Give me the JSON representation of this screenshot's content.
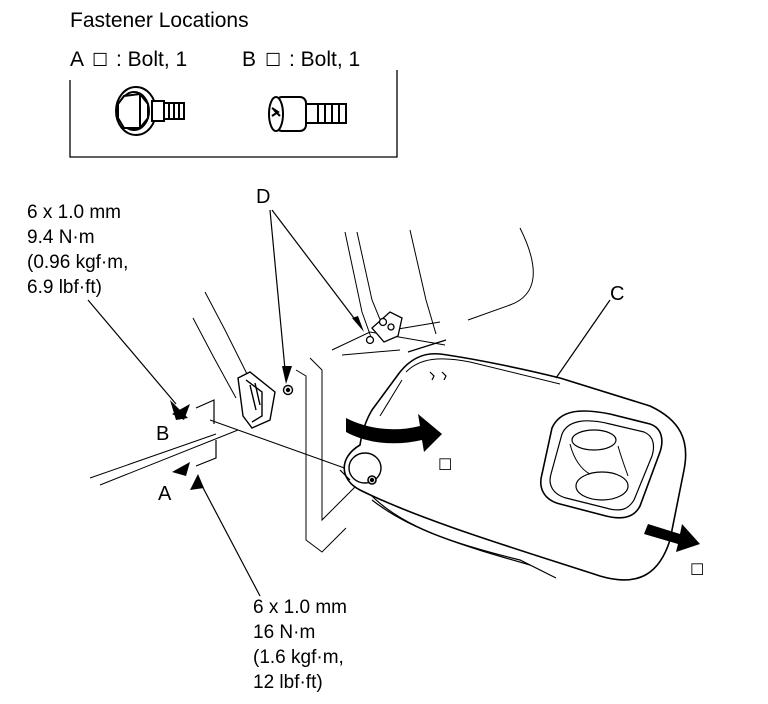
{
  "fastener_locations": {
    "title": "Fastener Locations",
    "fastener_a": {
      "letter": "A",
      "symbol": "☐",
      "desc": ": Bolt, 1"
    },
    "fastener_b": {
      "letter": "B",
      "symbol": "☐",
      "desc": ": Bolt, 1"
    }
  },
  "callouts": {
    "label_a": "A",
    "label_b": "B",
    "label_c": "C",
    "label_d": "D",
    "arrow_marker_1": "☐",
    "arrow_marker_2": "☐"
  },
  "torque_b": {
    "line1": "6 x 1.0 mm",
    "line2": "9.4 N·m",
    "line3": "(0.96 kgf·m,",
    "line4": "6.9 lbf·ft)"
  },
  "torque_a": {
    "line1": "6 x 1.0 mm",
    "line2": "16 N·m",
    "line3": "(1.6 kgf·m,",
    "line4": "12 lbf·ft)"
  }
}
